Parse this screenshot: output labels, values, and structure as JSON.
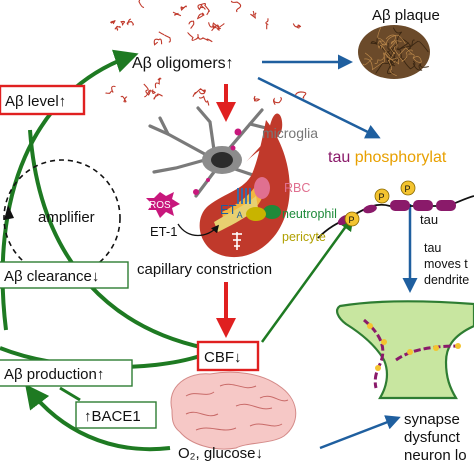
{
  "labels": {
    "ab_oligomers": "Aβ oligomers↑",
    "ab_plaque": "Aβ plaque",
    "ab_level": "Aβ level↑",
    "microglia": "microglia",
    "tau_phos_prefix": "tau ",
    "tau_phos_suffix": "phosphorylat",
    "ros": "ROS",
    "rbc": "RBC",
    "eta_main": "ET",
    "eta_sub": "A",
    "et1": "ET-1",
    "neutrophil": "neutrophil",
    "pericyte": "pericyte",
    "amplifier": "amplifier",
    "ab_clearance": "Aβ clearance↓",
    "capillary_constriction": "capillary constriction",
    "tau": "tau",
    "tau_moves_1": "tau",
    "tau_moves_2": "moves t",
    "tau_moves_3": "dendrite",
    "cbf": "CBF↓",
    "ab_production": "Aβ production↑",
    "bace1": "↑BACE1",
    "o2_glucose": "O₂, glucose↓",
    "synapse_1": "synapse",
    "synapse_2": "dysfunct",
    "synapse_3": "neuron lo",
    "p": "P"
  },
  "colors": {
    "green_arrow": "#1e7a22",
    "red_arrow": "#e02020",
    "blue_arrow": "#1f5f9f",
    "red_box": "#e02020",
    "green_box": "#2e7d32",
    "tau_purple": "#8a1a6a",
    "tau_orange": "#e8a000",
    "magenta_ros": "#c8177c",
    "microglia_gray": "#7a7a7a",
    "vessel_red": "#c0392b",
    "phospho_yellow": "#f4c430",
    "neutrophil_green": "#1e8a3a",
    "pericyte_yellow": "#c8b400",
    "rbc_pink": "#e07090",
    "neuron_green": "#c8e6a0"
  },
  "icons": [
    "oligomer-squiggles",
    "plaque-tangle",
    "microglia-cell",
    "capillary-vessel",
    "brain",
    "tau-chain",
    "neuron-synapse"
  ]
}
